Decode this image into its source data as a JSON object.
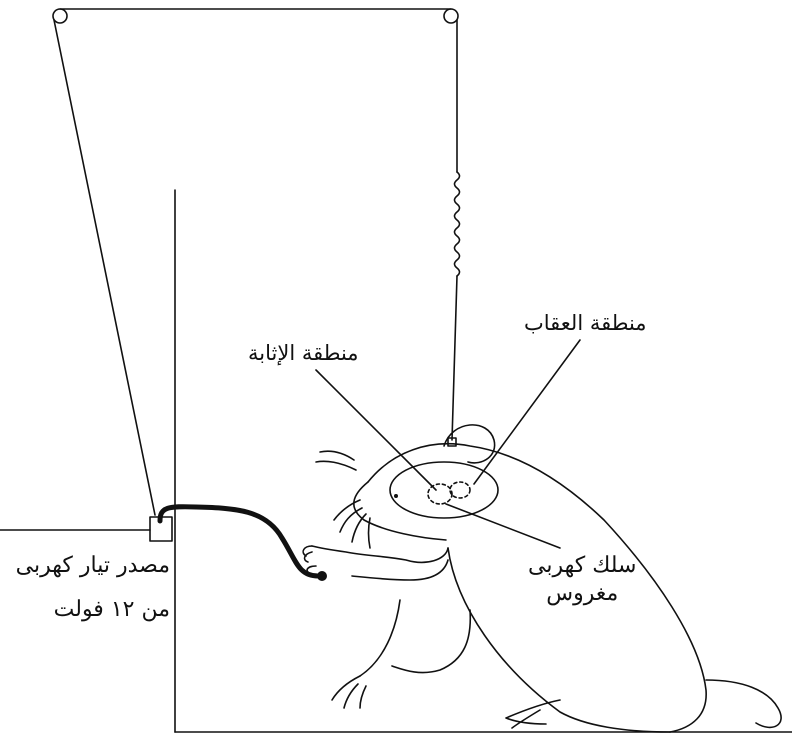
{
  "labels": {
    "reward_area": "منطقة الإثابة",
    "punishment_area": "منطقة العقاب",
    "implanted_wire_line1": "سلك كهربى",
    "implanted_wire_line2": "مغروس",
    "power_source_line1": "مصدر تيار كهربى",
    "power_source_line2": "من ١٢ فولت"
  },
  "colors": {
    "ink": "#111111",
    "background": "#ffffff"
  }
}
